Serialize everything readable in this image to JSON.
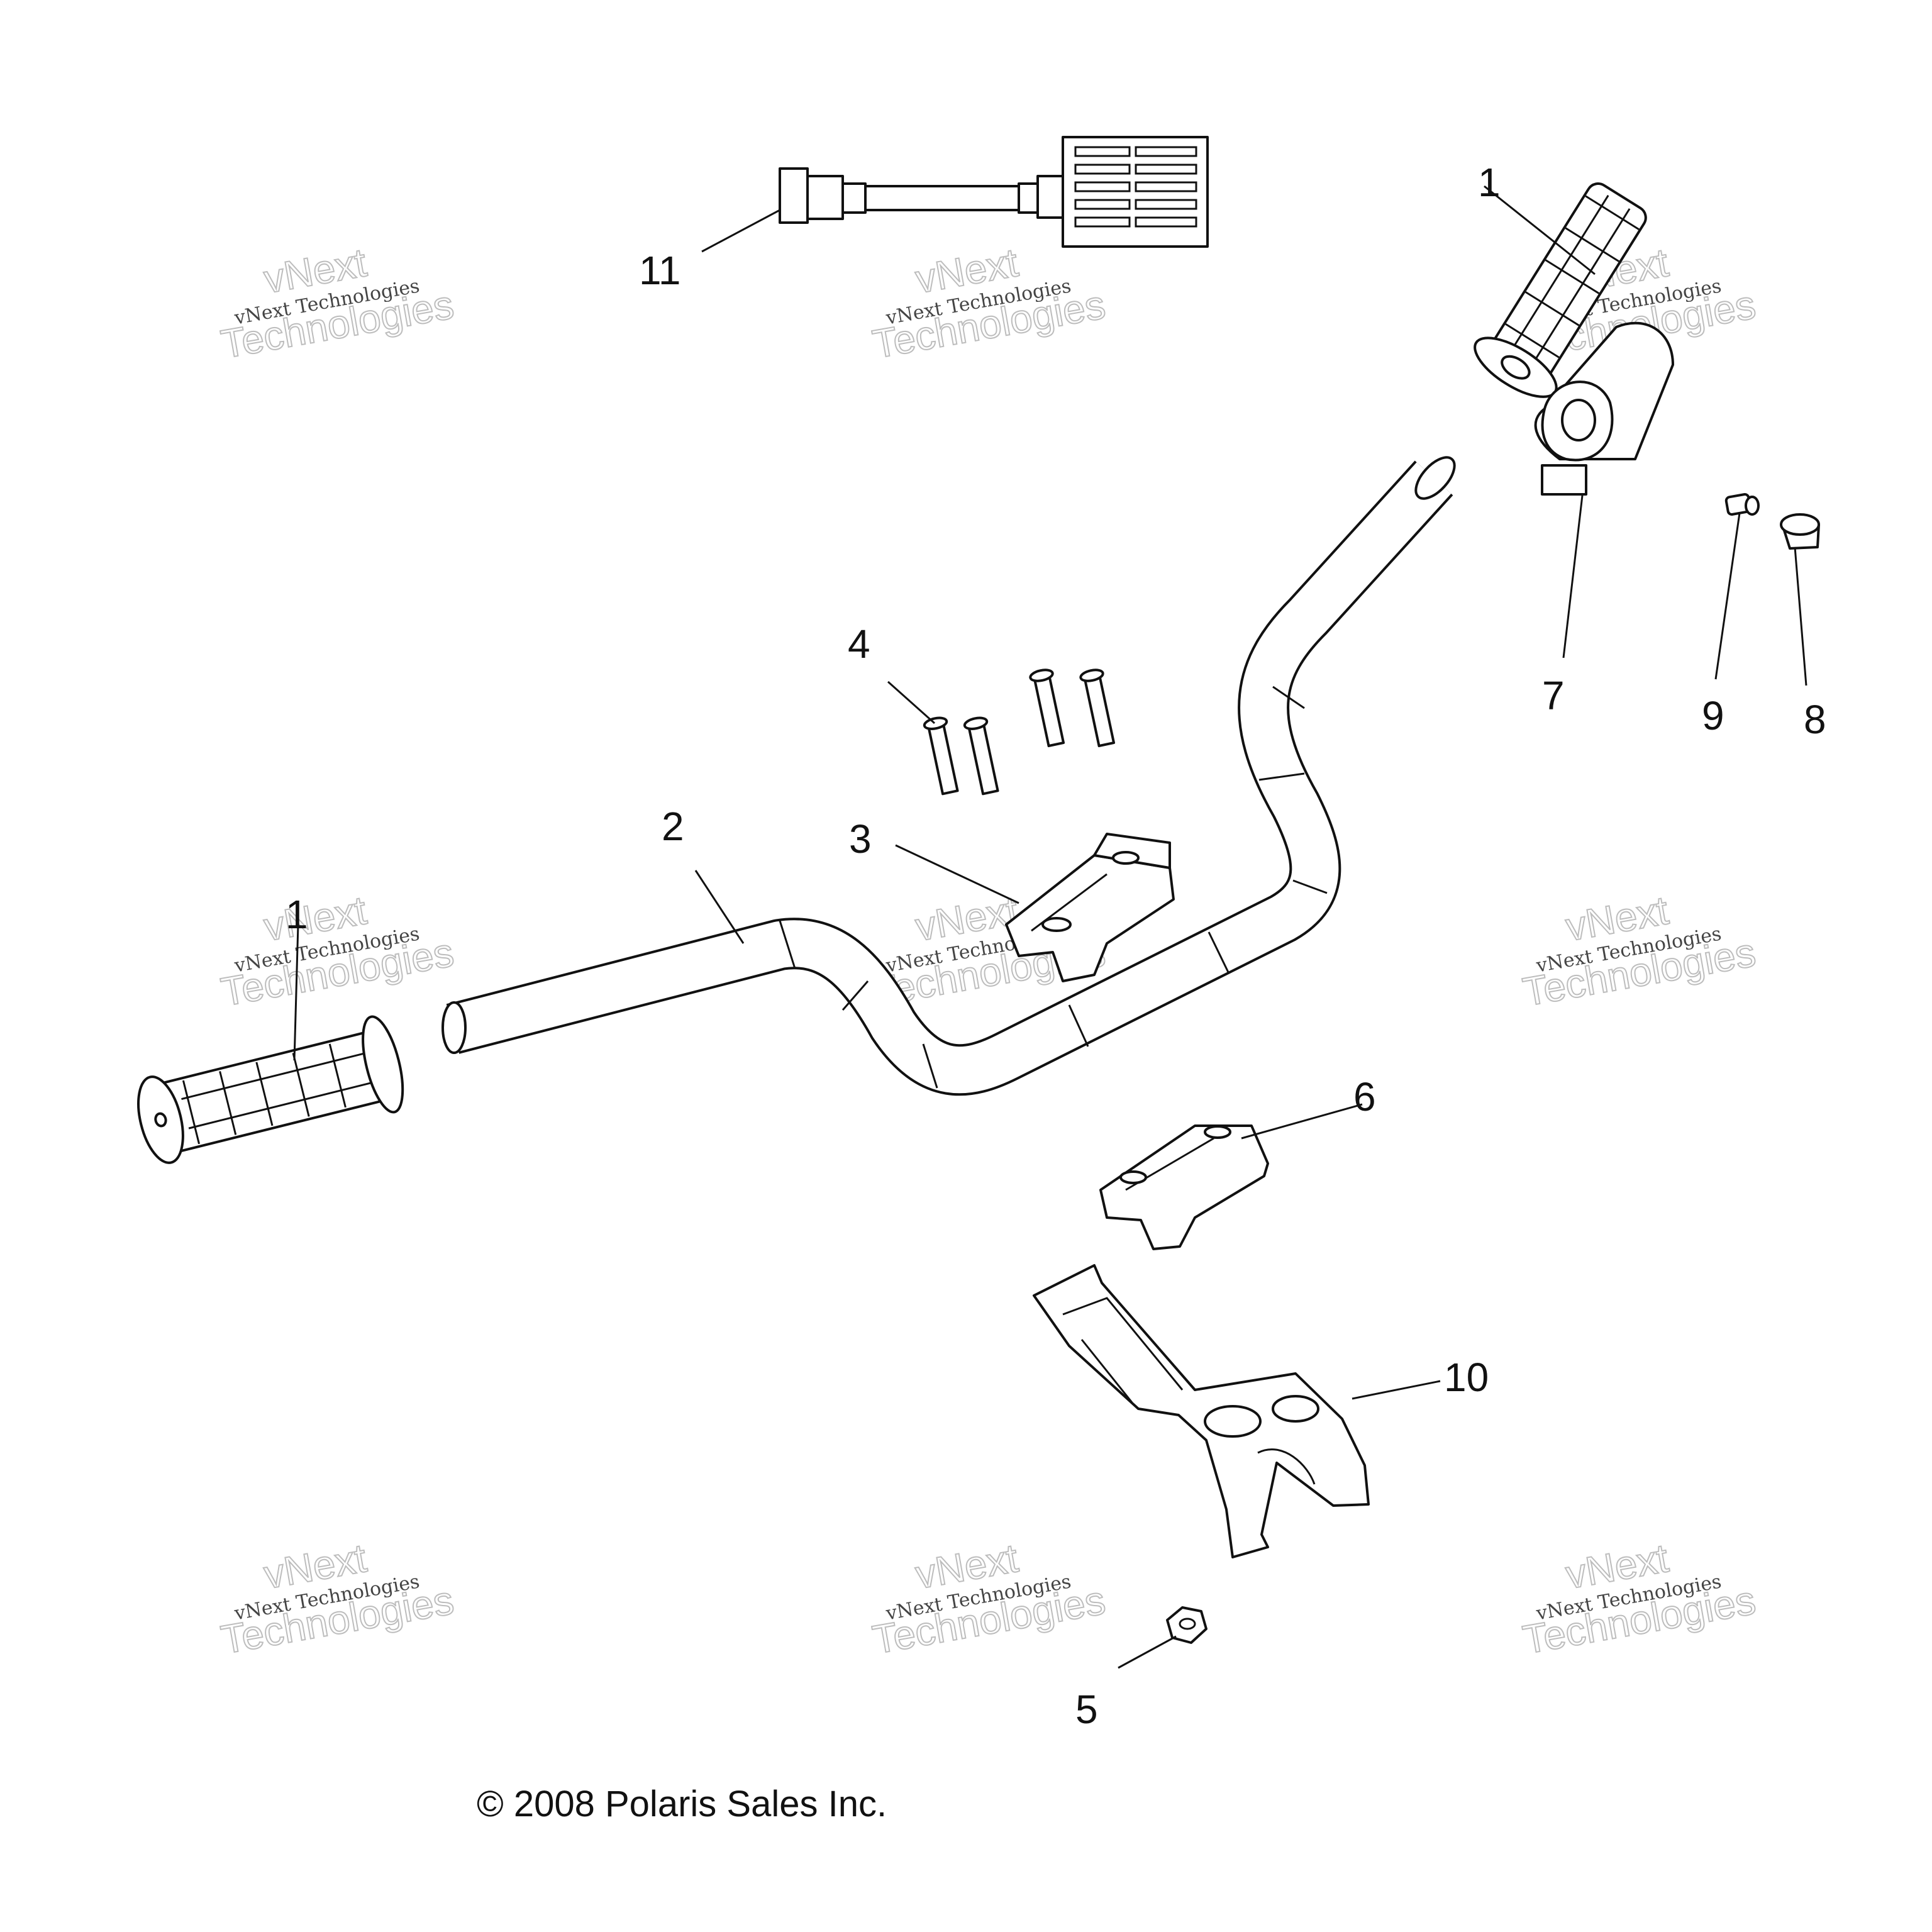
{
  "callouts": [
    {
      "id": "c11",
      "label": "11"
    },
    {
      "id": "c1a",
      "label": "1"
    },
    {
      "id": "c1b",
      "label": "1"
    },
    {
      "id": "c2",
      "label": "2"
    },
    {
      "id": "c3",
      "label": "3"
    },
    {
      "id": "c4",
      "label": "4"
    },
    {
      "id": "c5",
      "label": "5"
    },
    {
      "id": "c6",
      "label": "6"
    },
    {
      "id": "c7",
      "label": "7"
    },
    {
      "id": "c8",
      "label": "8"
    },
    {
      "id": "c9",
      "label": "9"
    },
    {
      "id": "c10",
      "label": "10"
    }
  ],
  "copyright": "© 2008 Polaris Sales Inc.",
  "watermark": {
    "line1": "vNext Technologies",
    "line2": "vNext",
    "line3": "Technologies"
  }
}
